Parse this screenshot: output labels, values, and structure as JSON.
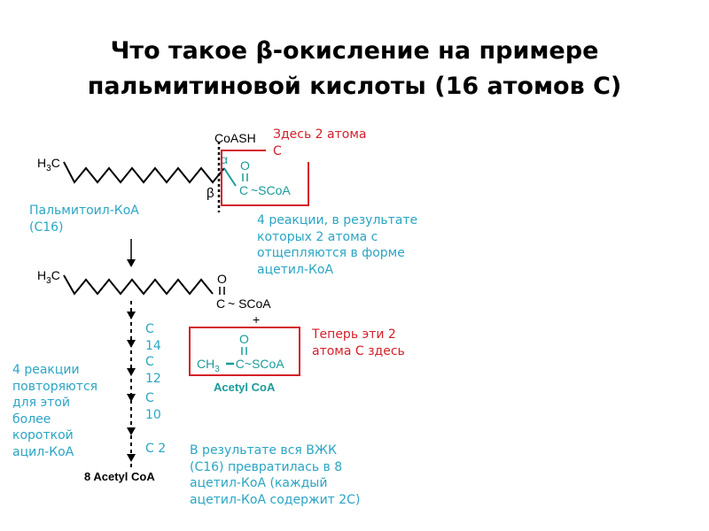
{
  "slide": {
    "title_line1": "Что такое β-окисление на примере",
    "title_line2": "пальмитиновой кислоты (16 атомов С)"
  },
  "colors": {
    "teal_text": "#2aa5c4",
    "teal_chem": "#1a9a9a",
    "red": "#d4202a",
    "black": "#000000"
  },
  "structure1": {
    "methyl": "H3C",
    "methyl_main": "H",
    "methyl_sub": "3",
    "methyl_c": "C",
    "coash": "CoASH",
    "alpha": "α",
    "beta": "β",
    "oxygen": "O",
    "carbonyl": "C",
    "thioester": "~SCoA",
    "label_line1": "Пальмитоил-КоА",
    "label_line2": "(С16)"
  },
  "annotations": {
    "here_2_atoms_line1": "Здесь 2 атома",
    "here_2_atoms_line2": "С",
    "four_reactions": [
      "4 реакции, в результате",
      "которых 2 атома с",
      "отщепляются в форме",
      "ацетил-КоА"
    ],
    "now_here": [
      "Теперь эти 2",
      "атома С здесь"
    ],
    "repeat": [
      "4 реакции",
      "повторяются",
      "для этой",
      "более",
      "короткой",
      "ацил-КоА"
    ],
    "result": [
      "В результате вся ВЖК",
      "(С16) превратилась в 8",
      "ацетил-КоА (каждый",
      "ацетил-КоА содержит 2С)"
    ]
  },
  "structure2": {
    "methyl_main": "H",
    "methyl_sub": "3",
    "methyl_c": "C",
    "oxygen": "O",
    "carbonyl": "C",
    "thioester": "~ SCoA",
    "plus": "+"
  },
  "acetyl_coa": {
    "oxygen": "O",
    "ch": "CH",
    "sub": "3",
    "formula_rest": "C~SCoA",
    "label": "Acetyl CoA"
  },
  "chain_steps": [
    {
      "line1": "С",
      "line2": "14"
    },
    {
      "line1": "С",
      "line2": "12"
    },
    {
      "line1": "С",
      "line2": "10"
    },
    {
      "line1": "С 2",
      "line2": ""
    }
  ],
  "final_product": "8 Acetyl CoA"
}
